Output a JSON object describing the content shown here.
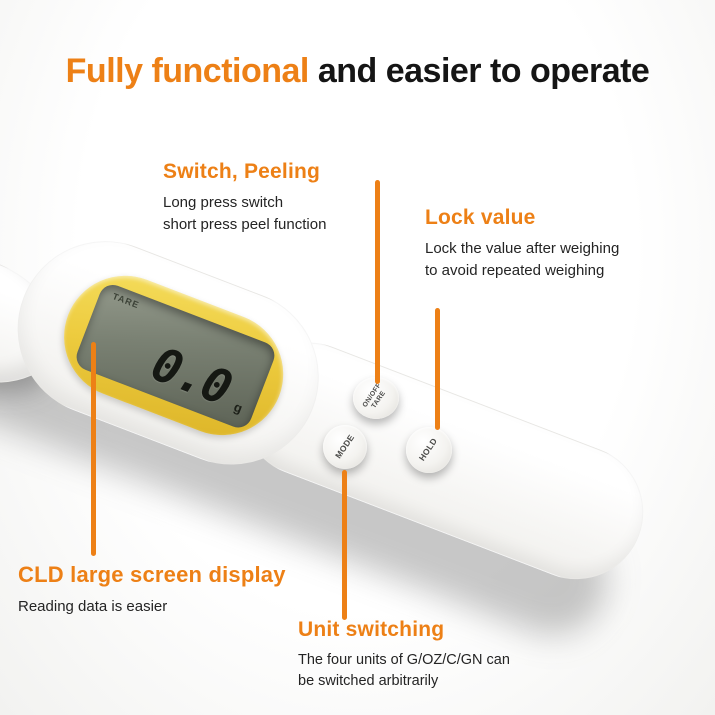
{
  "title": {
    "highlight": "Fully functional",
    "rest": " and easier to operate"
  },
  "callouts": {
    "switch_peeling": {
      "heading": "Switch, Peeling",
      "lines": [
        "Long press switch",
        "short press peel function"
      ]
    },
    "lock_value": {
      "heading": "Lock value",
      "lines": [
        "Lock the value after weighing",
        "to avoid repeated weighing"
      ]
    },
    "cld_display": {
      "heading": "CLD large screen display",
      "lines": [
        "Reading data is easier"
      ]
    },
    "unit_switching": {
      "heading": "Unit switching",
      "lines": [
        "The four units of G/OZ/C/GN can",
        "be switched arbitrarily"
      ]
    }
  },
  "scale": {
    "display": {
      "tare_label": "TARE",
      "value": "0.0",
      "unit": "g"
    },
    "buttons": {
      "power_line1": "ON/OFF",
      "power_line2": "TARE",
      "mode": "MODE",
      "hold": "HOLD"
    }
  },
  "colors": {
    "accent": "#ED8016",
    "title_text": "#151515",
    "body_text": "#242424",
    "display_rim": "#EDCB3E",
    "lcd_screen": "#7A8173"
  }
}
